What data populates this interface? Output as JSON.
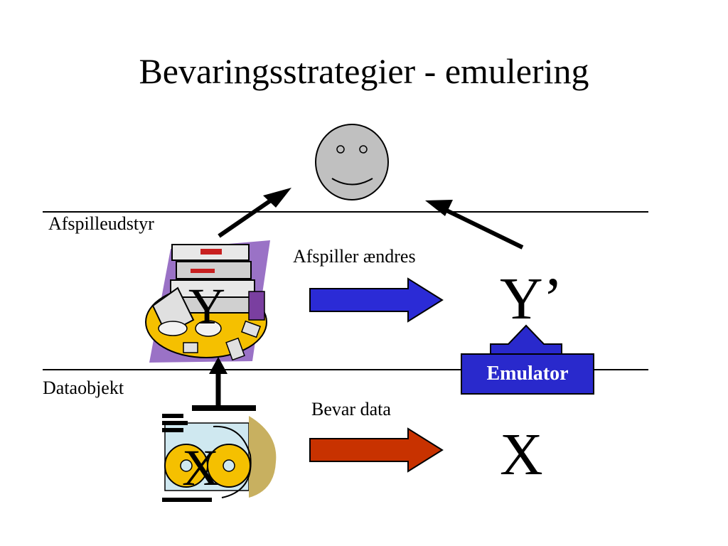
{
  "slide": {
    "title": "Bevaringsstrategier - emulering",
    "labels": {
      "player_equipment": "Afspilleudstyr",
      "data_object": "Dataobjekt",
      "player_changes": "Afspiller ændres",
      "keep_data": "Bevar data"
    },
    "symbols": {
      "new_player": "Y’",
      "data": "X",
      "clipart_player_letter": "Y",
      "clipart_data_letter": "X"
    },
    "emulator_label": "Emulator",
    "colors": {
      "arrow_blue": "#2b2bd6",
      "arrow_red": "#c83200",
      "emulator_blue": "#2929cc",
      "face_gray": "#c0c0c0",
      "clip_purple": "#9a72c6",
      "clip_orange": "#f5c000"
    },
    "icons": [
      "smiley-face-icon",
      "player-equipment-clipart",
      "data-object-clipart"
    ]
  }
}
